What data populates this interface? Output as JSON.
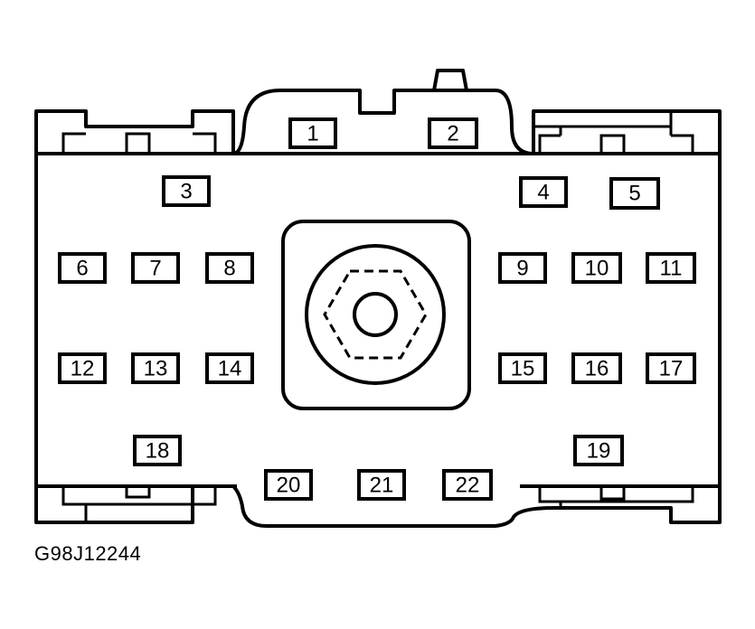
{
  "figure_id": "G98J12244",
  "pins": [
    {
      "number": "1"
    },
    {
      "number": "2"
    },
    {
      "number": "3"
    },
    {
      "number": "4"
    },
    {
      "number": "5"
    },
    {
      "number": "6"
    },
    {
      "number": "7"
    },
    {
      "number": "8"
    },
    {
      "number": "9"
    },
    {
      "number": "10"
    },
    {
      "number": "11"
    },
    {
      "number": "12"
    },
    {
      "number": "13"
    },
    {
      "number": "14"
    },
    {
      "number": "15"
    },
    {
      "number": "16"
    },
    {
      "number": "17"
    },
    {
      "number": "18"
    },
    {
      "number": "19"
    },
    {
      "number": "20"
    },
    {
      "number": "21"
    },
    {
      "number": "22"
    }
  ]
}
